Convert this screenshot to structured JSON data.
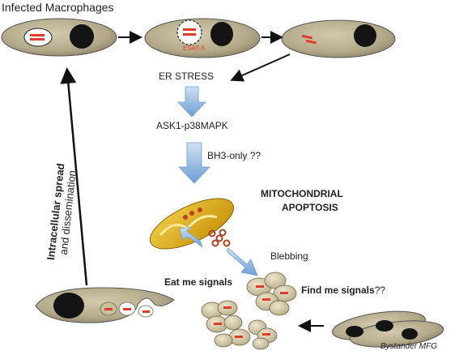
{
  "title": "Infected Macrophages",
  "labels": {
    "esat6": "ESAT-6",
    "er_stress": "ER STRESS",
    "ask1": "ASK1-p38MAPK",
    "bh3": "BH3-only ??",
    "mito_line1": "MITOCHONDRIAL",
    "mito_line2": "APOPTOSIS",
    "blebbing": "Blebbing",
    "eat_me": "Eat me signals",
    "find_me_bold": "Find me signals",
    "find_me_q": "??",
    "bystander": "Bystander MFG",
    "spread_bold": "Intracellular spread",
    "spread_rest": "and dissemination"
  },
  "colors": {
    "cell": "#b3a98a",
    "cell_light": "#cbc2a5",
    "nucleus": "#141414",
    "bacteria": "#e23b2a",
    "arrow_blue": "#8ab2dd",
    "mito": "#d9a711",
    "bleb": "#d6cba6"
  }
}
